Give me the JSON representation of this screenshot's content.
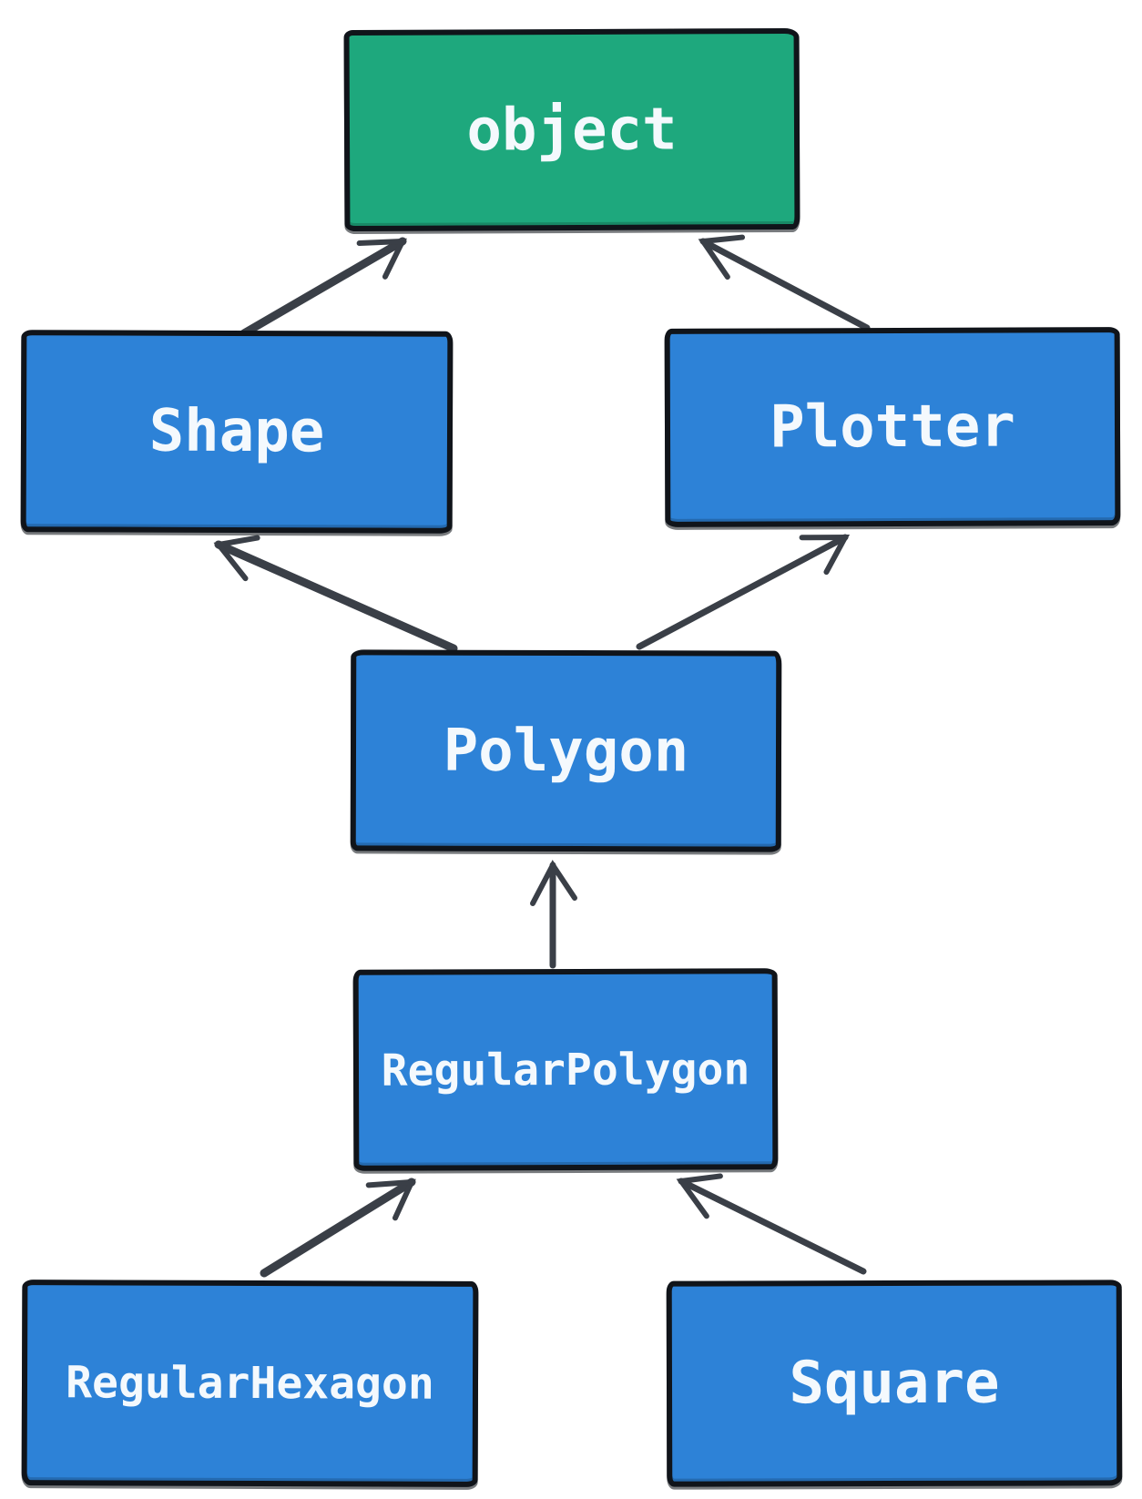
{
  "diagram": {
    "type": "class-inheritance-diagram",
    "nodes": {
      "object": {
        "label": "object",
        "fill": "#1ea87d",
        "role": "base-class"
      },
      "shape": {
        "label": "Shape",
        "fill": "#2d82d7",
        "role": "class"
      },
      "plotter": {
        "label": "Plotter",
        "fill": "#2d82d7",
        "role": "class"
      },
      "polygon": {
        "label": "Polygon",
        "fill": "#2d82d7",
        "role": "class"
      },
      "regular_polygon": {
        "label": "RegularPolygon",
        "fill": "#2d82d7",
        "role": "class"
      },
      "regular_hexagon": {
        "label": "RegularHexagon",
        "fill": "#2d82d7",
        "role": "class"
      },
      "square": {
        "label": "Square",
        "fill": "#2d82d7",
        "role": "class"
      }
    },
    "edges": [
      {
        "from": "Shape",
        "to": "object"
      },
      {
        "from": "Plotter",
        "to": "object"
      },
      {
        "from": "Polygon",
        "to": "Shape"
      },
      {
        "from": "Polygon",
        "to": "Plotter"
      },
      {
        "from": "RegularPolygon",
        "to": "Polygon"
      },
      {
        "from": "RegularHexagon",
        "to": "RegularPolygon"
      },
      {
        "from": "Square",
        "to": "RegularPolygon"
      }
    ],
    "colors": {
      "node_blue": "#2d82d7",
      "node_green": "#1ea87d",
      "border": "#10141a",
      "arrow": "#3a3f47",
      "text": "#f4f9fd",
      "background": "#ffffff"
    }
  }
}
